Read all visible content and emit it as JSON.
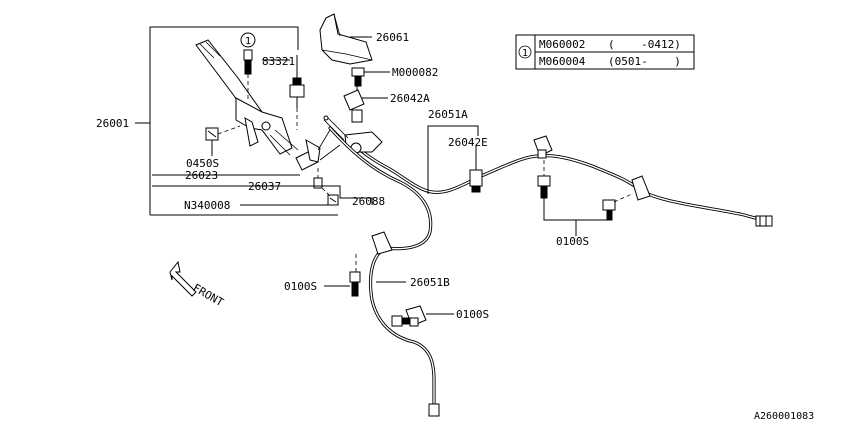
{
  "labels": {
    "p26001": "26001",
    "p83321": "83321",
    "p26061": "26061",
    "pM000082": "M000082",
    "p26042A": "26042A",
    "p26051A": "26051A",
    "p26042E": "26042E",
    "p0450S": "0450S",
    "p26023": "26023",
    "p26037": "26037",
    "pN340008": "N340008",
    "p26088": "26088",
    "p0100S_right": "0100S",
    "p0100S_left": "0100S",
    "p26051B": "26051B",
    "p0100S_mid": "0100S",
    "front": "FRONT",
    "ref_number": "A260001083"
  },
  "callout_marker": "1",
  "applicability_table": {
    "marker": "1",
    "rows": [
      {
        "part": "M060002",
        "range": "(    -0412)"
      },
      {
        "part": "M060004",
        "range": "(0501-    )"
      }
    ]
  }
}
